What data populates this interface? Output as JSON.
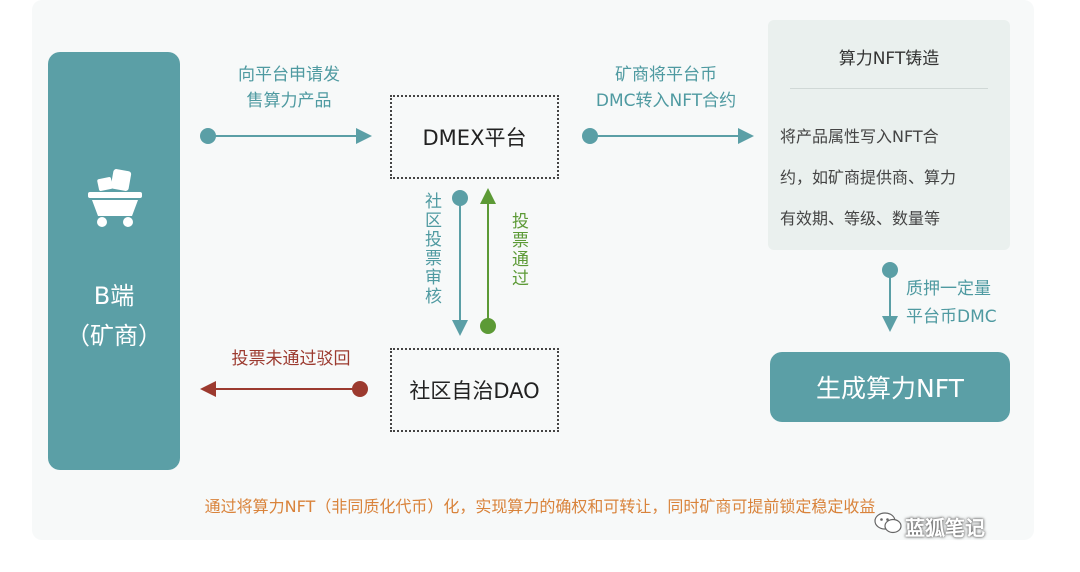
{
  "b_box": {
    "line1": "B端",
    "line2": "（矿商）"
  },
  "arrows": {
    "apply": {
      "line1": "向平台申请发",
      "line2": "售算力产品"
    },
    "transfer": {
      "line1": "矿商将平台币",
      "line2": "DMC转入NFT合约"
    },
    "review": "社区投票审核",
    "pass": "投票通过",
    "reject": "投票未通过驳回",
    "stake": {
      "line1": "质押一定量",
      "line2": "平台币DMC"
    }
  },
  "dmex": {
    "label": "DMEX平台"
  },
  "dao": {
    "label": "社区自治DAO"
  },
  "nft_card": {
    "title": "算力NFT铸造",
    "body": [
      "将产品属性写入NFT合",
      "约，如矿商提供商、算力",
      "有效期、等级、数量等"
    ]
  },
  "generate": {
    "label": "生成算力NFT"
  },
  "footer": "通过将算力NFT（非同质化代币）化，实现算力的确权和可转让，同时矿商可提前锁定稳定收益",
  "watermark": "蓝狐笔记",
  "colors": {
    "teal": "#5b9fa6",
    "green": "#5c9a36",
    "red": "#9c3a2f",
    "orange": "#d9833b"
  },
  "icons": {
    "miner": "mining-cart-icon",
    "wechat": "wechat-icon"
  }
}
